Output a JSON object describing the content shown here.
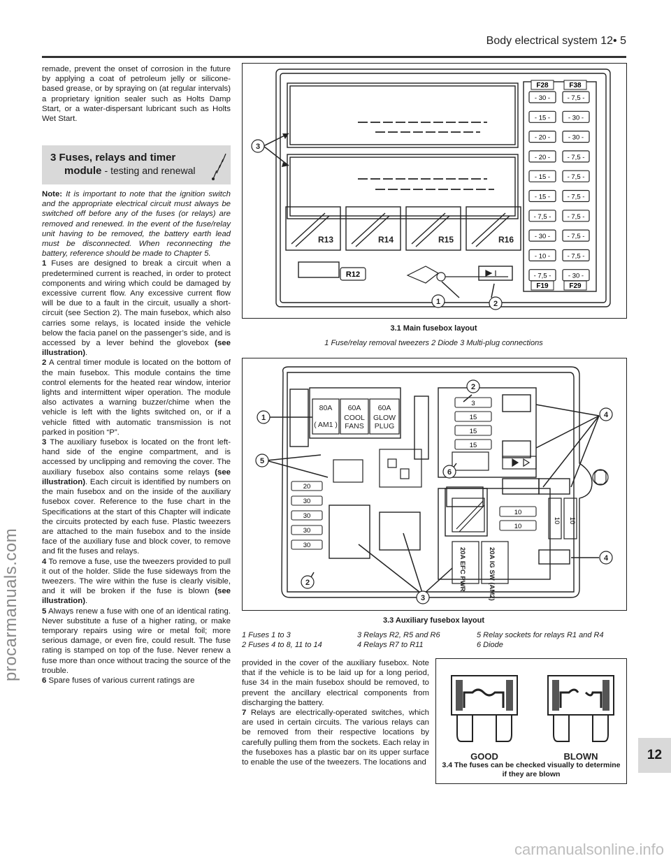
{
  "header": {
    "title": "Body electrical system  12• 5"
  },
  "section3": {
    "number": "3",
    "title": "Fuses, relays and timer",
    "title2": "module",
    "subtitle": "- testing and renewal"
  },
  "text": {
    "intro": "remade, prevent the onset of corrosion in the future by applying a coat of petroleum jelly or silicone-based grease, or by spraying on (at regular intervals) a proprietary ignition sealer such as Holts Damp Start, or a water-dispersant lubricant such as Holts Wet Start.",
    "note_label": "Note:",
    "note": "It is important to note that the ignition switch and the appropriate electrical circuit must always be switched off before any of the fuses (or relays) are removed and renewed. In the event of the fuse/relay unit having to be removed, the battery earth lead must be disconnected. When reconnecting the battery, reference should be made to Chapter 5.",
    "p1": "Fuses are designed to break a circuit when a predetermined current is reached, in order to protect components and wiring which could be damaged by excessive current flow. Any excessive current flow will be due to a fault in the circuit, usually a short-circuit (see Section 2). The main fusebox, which also carries some relays, is located inside the vehicle below the facia panel on the passenger’s side, and is accessed by a lever behind the glovebox",
    "p1_ref": "(see illustration)",
    "p2": "A central timer module is located on the bottom of the main fusebox. This module contains the time control elements for the heated rear window, interior lights and intermittent wiper operation. The module also activates a warning buzzer/chime when the vehicle is left with the lights switched on, or if a vehicle fitted with automatic transmission is not parked in position “P”.",
    "p3": "The auxiliary fusebox is located on the front left-hand side of the engine compartment, and is accessed by unclipping and removing the cover. The auxiliary fusebox also contains some relays",
    "p3_ref": "(see illustration)",
    "p3b": ". Each circuit is identified by numbers on the main fusebox and on the inside of the auxiliary fusebox cover. Reference to the fuse chart in the Specifications at the start of this Chapter will indicate the circuits protected by each fuse. Plastic tweezers are attached to the main fusebox and to the inside face of the auxiliary fuse and block cover, to remove and fit the fuses and relays.",
    "p4": "To remove a fuse, use the tweezers provided to pull it out of the holder. Slide the fuse sideways from the tweezers. The wire within the fuse is clearly visible, and it will be broken if the fuse is blown",
    "p4_ref": "(see illustration)",
    "p5": "Always renew a fuse with one of an identical rating. Never substitute a fuse of a higher rating, or make temporary repairs using wire or metal foil; more serious damage, or even fire, could result. The fuse rating is stamped on top of the fuse. Never renew a fuse more than once without tracing the source of the trouble.",
    "p6": "Spare fuses of various current ratings are",
    "p6b": "provided in the cover of the auxiliary fusebox. Note that if the vehicle is to be laid up for a long period, fuse 34 in the main fusebox should be removed, to prevent the ancillary electrical components from discharging the battery.",
    "p7": "Relays are electrically-operated switches, which are used in certain circuits. The various relays can be removed from their respective locations by carefully pulling them from the sockets. Each relay in the fuseboxes has a plastic bar on its upper surface to enable the use of the tweezers. The locations and"
  },
  "fig31": {
    "caption": "3.1  Main fusebox layout",
    "legend": "1  Fuse/relay removal tweezers     2  Diode     3  Multi-plug connections",
    "left_fuses": [
      "- 30 -",
      "- 15 -",
      "- 20 -",
      "- 20 -",
      "- 15 -",
      "- 15 -",
      "- 7,5 -",
      "- 30 -",
      "- 10 -",
      "- 7,5 -"
    ],
    "right_fuses": [
      "- 7,5 -",
      "- 30 -",
      "- 30 -",
      "- 7,5 -",
      "- 7,5 -",
      "- 7,5 -",
      "- 7,5 -",
      "- 7,5 -",
      "- 7,5 -",
      "- 30 -"
    ],
    "tags": {
      "f28": "F28",
      "f38": "F38",
      "f19": "F19",
      "f29": "F29"
    },
    "relays": [
      "R13",
      "R14",
      "R15",
      "R16",
      "R12"
    ],
    "callouts": [
      "3",
      "1",
      "2"
    ]
  },
  "fig33": {
    "caption": "3.3  Auxiliary fusebox layout",
    "legend_col1": [
      "1  Fuses 1 to 3",
      "2  Fuses 4 to 8, 11 to 14"
    ],
    "legend_col2": [
      "3  Relays R2, R5 and R6",
      "4  Relays R7 to R11"
    ],
    "legend_col3": [
      "5  Relay sockets for relays R1 and R4",
      "6  Diode"
    ],
    "big_fuses": [
      {
        "amp": "80A",
        "name": "( AM1 )"
      },
      {
        "amp": "60A",
        "name": "COOL FANS"
      },
      {
        "amp": "60A",
        "name": "GLOW PLUG"
      }
    ],
    "right_fuses": [
      "3",
      "15",
      "15",
      "15"
    ],
    "left_fuses": [
      "20",
      "30",
      "30",
      "30",
      "30"
    ],
    "small_fuses": [
      "10",
      "10",
      "10",
      "10"
    ],
    "maxi1": "20A EFC PWR",
    "maxi2": "20A IG SW (AM2)",
    "callouts": [
      "1",
      "2",
      "4",
      "5",
      "6",
      "4",
      "2",
      "3"
    ]
  },
  "fig34": {
    "caption": "3.4  The fuses can be checked visually to determine if they are blown",
    "good": "GOOD",
    "blown": "BLOWN"
  },
  "tab": "12",
  "watermarks": {
    "side": "procarmanuals.com",
    "bottom": "carmanualsonline.info"
  }
}
